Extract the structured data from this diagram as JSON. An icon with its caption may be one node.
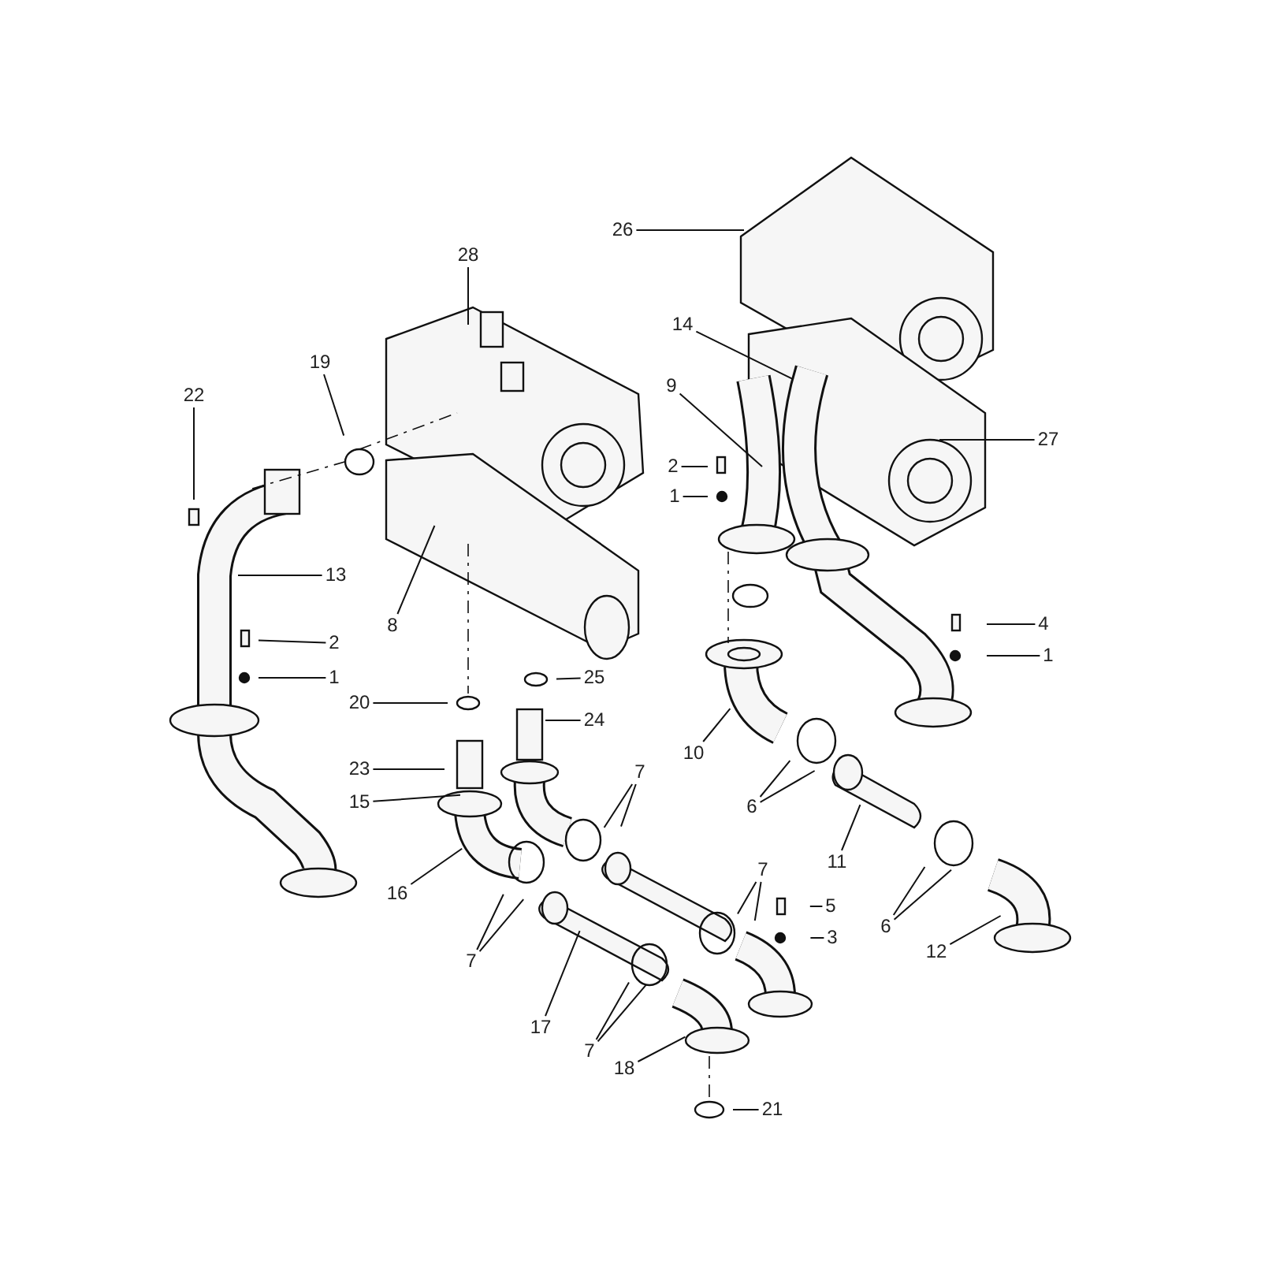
{
  "diagram": {
    "nodes": [
      {
        "text": [
          "28"
        ]
      },
      {
        "text": [
          "26"
        ]
      },
      {
        "text": [
          "19"
        ]
      },
      {
        "text": [
          "22"
        ]
      },
      {
        "text": [
          "13"
        ]
      },
      {
        "text": [
          "14"
        ]
      },
      {
        "text": [
          "9"
        ]
      },
      {
        "text": [
          "2"
        ]
      },
      {
        "text": [
          "1"
        ]
      },
      {
        "text": [
          "27"
        ]
      },
      {
        "text": [
          "8"
        ]
      },
      {
        "text": [
          "2"
        ]
      },
      {
        "text": [
          "1"
        ]
      },
      {
        "text": [
          "4"
        ]
      },
      {
        "text": [
          "1"
        ]
      },
      {
        "text": [
          "20"
        ]
      },
      {
        "text": [
          "25"
        ]
      },
      {
        "text": [
          "24"
        ]
      },
      {
        "text": [
          "10"
        ]
      },
      {
        "text": [
          "7"
        ]
      },
      {
        "text": [
          "23"
        ]
      },
      {
        "text": [
          "15"
        ]
      },
      {
        "text": [
          "6"
        ]
      },
      {
        "text": [
          "11"
        ]
      },
      {
        "text": [
          "16"
        ]
      },
      {
        "text": [
          "7"
        ]
      },
      {
        "text": [
          "5"
        ]
      },
      {
        "text": [
          "3"
        ]
      },
      {
        "text": [
          "6"
        ]
      },
      {
        "text": [
          "12"
        ]
      },
      {
        "text": [
          "7"
        ]
      },
      {
        "text": [
          "17"
        ]
      },
      {
        "text": [
          "7"
        ]
      },
      {
        "text": [
          "18"
        ]
      },
      {
        "text": [
          "21"
        ]
      }
    ],
    "edges": [
      {
        "from": 0,
        "to": null,
        "arrow": "none"
      },
      {
        "from": 1,
        "to": null,
        "arrow": "none"
      },
      {
        "from": 2,
        "to": null,
        "arrow": "none"
      },
      {
        "from": 3,
        "to": null,
        "arrow": "none"
      },
      {
        "from": 4,
        "to": null,
        "arrow": "none"
      },
      {
        "from": 5,
        "to": null,
        "arrow": "none"
      },
      {
        "from": 6,
        "to": null,
        "arrow": "none"
      },
      {
        "from": 7,
        "to": null,
        "arrow": "none"
      },
      {
        "from": 8,
        "to": null,
        "arrow": "none"
      },
      {
        "from": 9,
        "to": null,
        "arrow": "none"
      },
      {
        "from": 10,
        "to": null,
        "arrow": "none"
      },
      {
        "from": 11,
        "to": null,
        "arrow": "none"
      },
      {
        "from": 12,
        "to": null,
        "arrow": "none"
      },
      {
        "from": 13,
        "to": null,
        "arrow": "none"
      },
      {
        "from": 14,
        "to": null,
        "arrow": "none"
      },
      {
        "from": 15,
        "to": null,
        "arrow": "none"
      },
      {
        "from": 16,
        "to": null,
        "arrow": "none"
      },
      {
        "from": 17,
        "to": null,
        "arrow": "none"
      },
      {
        "from": 18,
        "to": null,
        "arrow": "none"
      },
      {
        "from": 19,
        "to": null,
        "arrow": "none"
      },
      {
        "from": 19,
        "to": null,
        "arrow": "none"
      },
      {
        "from": 20,
        "to": null,
        "arrow": "none"
      },
      {
        "from": 21,
        "to": null,
        "arrow": "none"
      },
      {
        "from": 22,
        "to": null,
        "arrow": "none"
      },
      {
        "from": 22,
        "to": null,
        "arrow": "none"
      },
      {
        "from": 23,
        "to": null,
        "arrow": "none"
      },
      {
        "from": 24,
        "to": null,
        "arrow": "none"
      },
      {
        "from": 25,
        "to": null,
        "arrow": "none"
      },
      {
        "from": 25,
        "to": null,
        "arrow": "none"
      },
      {
        "from": 26,
        "to": null,
        "arrow": "none"
      },
      {
        "from": 27,
        "to": null,
        "arrow": "none"
      },
      {
        "from": 28,
        "to": null,
        "arrow": "none"
      },
      {
        "from": 28,
        "to": null,
        "arrow": "none"
      },
      {
        "from": 29,
        "to": null,
        "arrow": "none"
      },
      {
        "from": 30,
        "to": null,
        "arrow": "none"
      },
      {
        "from": 30,
        "to": null,
        "arrow": "none"
      },
      {
        "from": 31,
        "to": null,
        "arrow": "none"
      },
      {
        "from": 32,
        "to": null,
        "arrow": "none"
      },
      {
        "from": 32,
        "to": null,
        "arrow": "none"
      },
      {
        "from": 33,
        "to": null,
        "arrow": "none"
      },
      {
        "from": 34,
        "to": null,
        "arrow": "none"
      }
    ]
  }
}
